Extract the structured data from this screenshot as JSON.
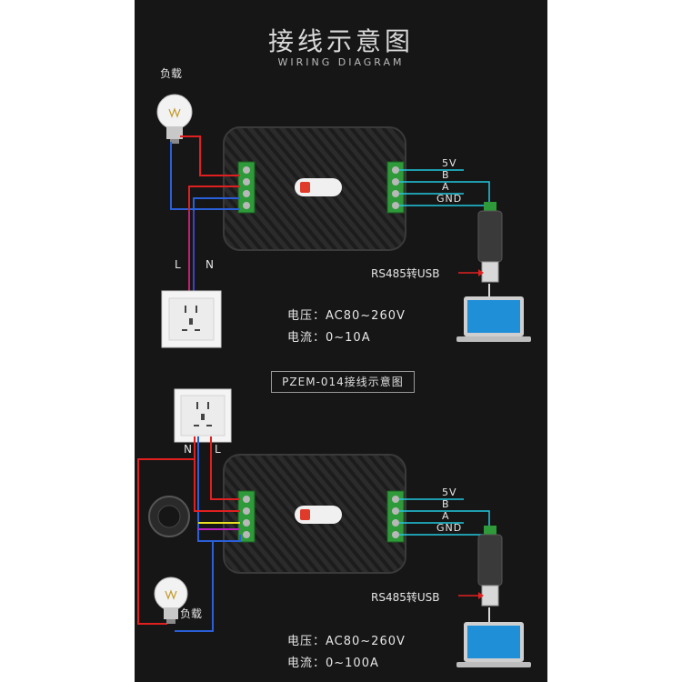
{
  "header": {
    "title": "接线示意图",
    "subtitle": "WIRING DIAGRAM"
  },
  "diagram1": {
    "load_label": "负载",
    "L_label": "L",
    "N_label": "N",
    "terminals": [
      "5V",
      "B",
      "A",
      "GND"
    ],
    "converter_label": "RS485转USB",
    "voltage_spec": "电压：AC80~260V",
    "current_spec": "电流：0~10A"
  },
  "section2_title": "PZEM-014接线示意图",
  "diagram2": {
    "load_label": "负载",
    "N_label": "N",
    "L_label": "L",
    "terminals": [
      "5V",
      "B",
      "A",
      "GND"
    ],
    "converter_label": "RS485转USB",
    "voltage_spec": "电压：AC80~260V",
    "current_spec": "电流：0~100A"
  },
  "colors": {
    "background": "#161616",
    "live_wire": "#e02020",
    "neutral_wire": "#2a5fd8",
    "signal_wire": "#20c8e0",
    "ct_wire_yellow": "#e8e020",
    "ct_wire_purple": "#c020c0",
    "terminal_green": "#2f9a3a"
  },
  "icons": [
    "bulb-icon",
    "power-socket-icon",
    "usb-converter-icon",
    "laptop-icon",
    "current-transformer-icon",
    "device-logo-icon"
  ]
}
